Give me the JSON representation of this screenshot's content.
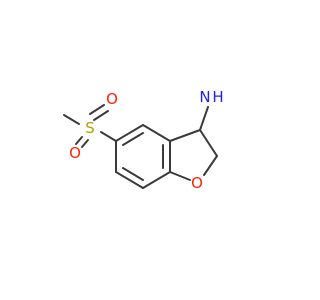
{
  "molecule": {
    "atoms": [
      {
        "id": "S1",
        "symbol": "S",
        "color": "#b5a000"
      },
      {
        "id": "O1",
        "symbol": "O",
        "color": "#ff2200"
      },
      {
        "id": "O2",
        "symbol": "O",
        "color": "#ff2200"
      },
      {
        "id": "O3",
        "symbol": "O",
        "color": "#ff2200"
      },
      {
        "id": "N1",
        "symbol": "N",
        "color": "#2222ee"
      },
      {
        "id": "H1",
        "symbol": "H",
        "color": "#2222ee"
      },
      {
        "id": "H2",
        "symbol": "H",
        "color": "#2222ee"
      }
    ],
    "bond_color": "#3a3a3a"
  }
}
